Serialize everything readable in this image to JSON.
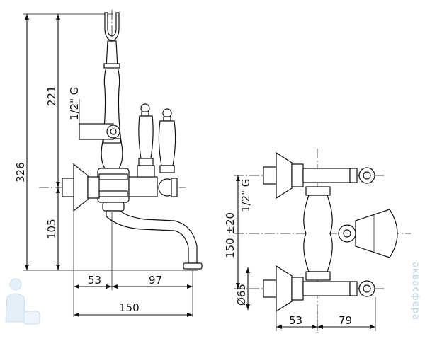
{
  "dimensions": {
    "total_height": "326",
    "upper_height": "221",
    "lower_height": "105",
    "thread_left": "1/2\" G",
    "left_offset": "53",
    "right_offset": "97",
    "total_width": "150",
    "center_distance": "150 ±20",
    "thread_right": "1/2\" G",
    "diameter": "Ø65",
    "side_left": "53",
    "side_right": "79"
  },
  "watermark": {
    "text": "аквасфера"
  },
  "colors": {
    "line": "#111111",
    "watermark": "#b9d4ea"
  }
}
